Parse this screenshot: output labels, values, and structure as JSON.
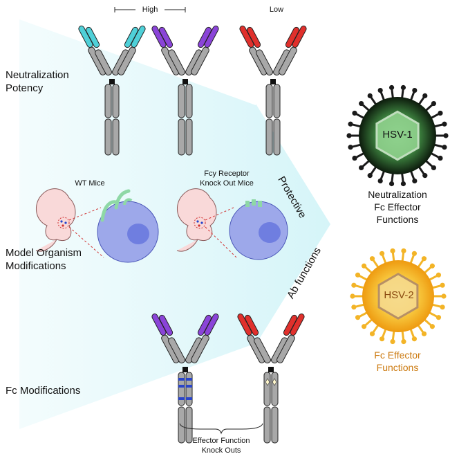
{
  "labels": {
    "high": "High",
    "low": "Low",
    "row_neutralization": "Neutralization Potency",
    "row_model": "Model Organism Modifications",
    "row_fc": "Fc Modifications",
    "wt_mice": "WT Mice",
    "fcy_line1": "Fcy Receptor",
    "fcy_line2": "Knock Out Mice",
    "protective": "Protective",
    "ab_functions": "Ab functions",
    "effector_line1": "Effector Function",
    "effector_line2": "Knock Outs"
  },
  "viruses": [
    {
      "name": "HSV-1",
      "caption_line1": "Neutralization",
      "caption_line2": "Fc Effector",
      "caption_line3": "Functions",
      "color": "#2f5e2a"
    },
    {
      "name": "HSV-2",
      "caption_line1": "Fc Effector",
      "caption_line2": "Functions",
      "caption_line3": "",
      "color": "#f0a818"
    }
  ],
  "colors": {
    "arrow": "#dff8fb",
    "antibody_gray": "#a8a8a8",
    "cyan_tip": "#4fd0d8",
    "purple_tip": "#8a44d8",
    "red_tip": "#e0302c",
    "mouse": "#f9d9d9",
    "cell": "#9da8ea",
    "nucleus": "#6f7ee0",
    "receptor": "#8ed8a6"
  },
  "icons": {
    "mouse": "mouse-embryo-icon",
    "cell": "immune-cell-icon",
    "antibody": "antibody-icon",
    "virus": "virus-icon"
  }
}
